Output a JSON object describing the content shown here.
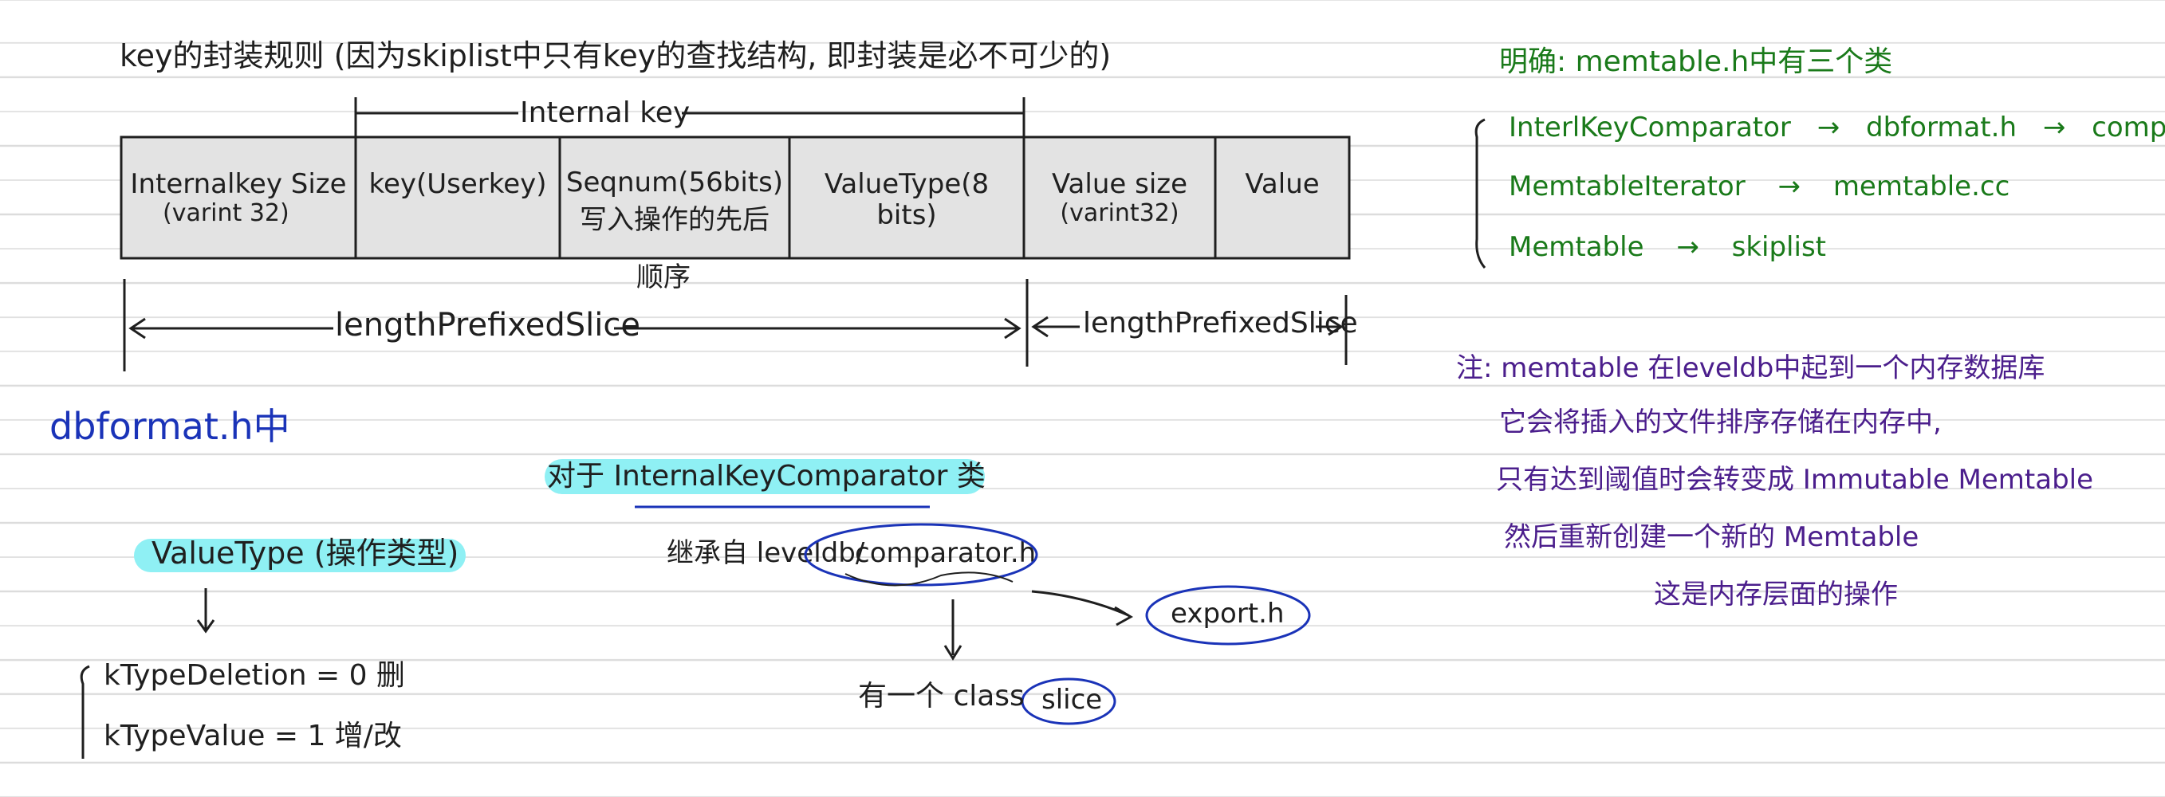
{
  "notes": {
    "top_title": "key的封装规则 (因为skiplist中只有key的查找结构, 即封装是必不可少的)",
    "internal_key_label": "Internal key",
    "table": {
      "cells": [
        {
          "line1": "Internalkey Size",
          "line2": "(varint 32)"
        },
        {
          "line1": "key(Userkey)",
          "line2": ""
        },
        {
          "line1": "Seqnum(56bits)",
          "line2": "写入操作的先后"
        },
        {
          "line1": "ValueType(8 bits)",
          "line2": ""
        },
        {
          "line1": "Value size",
          "line2": "(varint32)"
        },
        {
          "line1": "Value",
          "line2": ""
        }
      ],
      "seq_note_suffix": "顺序"
    },
    "arrows": {
      "length_prefixed_1": "lengthPrefixedSlice",
      "length_prefixed_2": "lengthPrefixedSlice"
    },
    "dbformat": {
      "heading": "dbformat.h中",
      "value_type": "ValueType (操作类型)",
      "type_deletion": "kTypeDeletion = 0 删",
      "type_value": "kTypeValue = 1 增/改"
    },
    "comparator": {
      "heading": "对于 InternalKeyComparator 类",
      "inherit": "继承自 leveldb/",
      "comparator_h": "comparator.h",
      "export_h": "export.h",
      "slice_note": "有一个 class",
      "slice": "slice"
    },
    "right_green": {
      "title": "明确: memtable.h中有三个类",
      "row1": {
        "a": "InterlKeyComparator",
        "b": "dbformat.h",
        "c": "comparator.h"
      },
      "row2": {
        "a": "MemtableIterator",
        "b": "memtable.cc"
      },
      "row3": {
        "a": "Memtable",
        "b": "skiplist"
      },
      "arrow": "→"
    },
    "right_purple": {
      "line1": "注: memtable 在leveldb中起到一个内存数据库",
      "line2": "它会将插入的文件排序存储在内存中,",
      "line3": "只有达到阈值时会转变成 Immutable Memtable",
      "line4": "然后重新创建一个新的 Memtable",
      "line5": "这是内存层面的操作"
    },
    "colors": {
      "ink_black": "#1f1f1f",
      "ink_green": "#1a7a1a",
      "ink_blue": "#1a33b8",
      "ink_purple": "#4b1e8c",
      "highlight_cyan": "#8ff0f4",
      "table_fill": "#e3e3e3"
    }
  }
}
